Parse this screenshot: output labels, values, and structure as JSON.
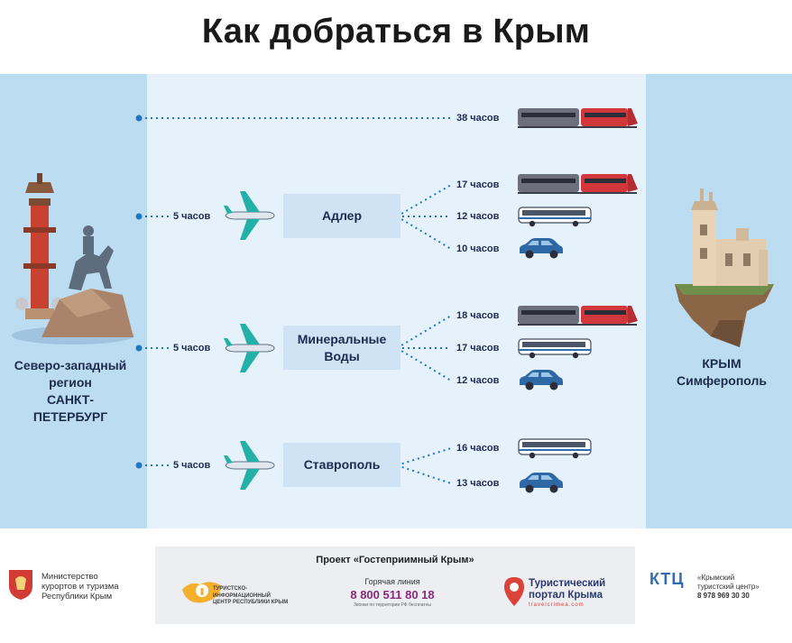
{
  "title": "Как добраться в Крым",
  "origin": {
    "lines": [
      "Северо-западный",
      "регион",
      "САНКТ-",
      "ПЕТЕРБУРГ"
    ]
  },
  "destination": {
    "name": "КРЫМ",
    "city": "Симферополь"
  },
  "direct_route": {
    "mode": "train",
    "duration": "38 часов"
  },
  "hubs": [
    {
      "name_lines": [
        "Адлер"
      ],
      "flight": "5 часов",
      "legs": [
        {
          "mode": "train",
          "duration": "17 часов"
        },
        {
          "mode": "bus",
          "duration": "12 часов"
        },
        {
          "mode": "car",
          "duration": "10 часов"
        }
      ]
    },
    {
      "name_lines": [
        "Минеральные",
        "Воды"
      ],
      "flight": "5 часов",
      "legs": [
        {
          "mode": "train",
          "duration": "18 часов"
        },
        {
          "mode": "bus",
          "duration": "17 часов"
        },
        {
          "mode": "car",
          "duration": "12 часов"
        }
      ]
    },
    {
      "name_lines": [
        "Ставрополь"
      ],
      "flight": "5 часов",
      "legs": [
        {
          "mode": "bus",
          "duration": "16 часов"
        },
        {
          "mode": "car",
          "duration": "13 часов"
        }
      ]
    }
  ],
  "icons": {
    "train": "train-icon",
    "bus": "bus-icon",
    "car": "car-icon",
    "plane": "plane-icon"
  },
  "colors": {
    "dots": "#1f76c2",
    "train_red": "#d1373b",
    "train_gray": "#6d6f7d",
    "car": "#2f69a5",
    "plane": "#dfe6ee"
  },
  "footer": {
    "ministry": [
      "Министерство",
      "курортов и туризма",
      "Республики Крым"
    ],
    "project": "Проект «Гостеприимный Крым»",
    "tic_lines": [
      "ТУРИСТСКО-",
      "ИНФОРМАЦИОННЫЙ",
      "ЦЕНТР РЕСПУБЛИКИ КРЫМ"
    ],
    "hotline_label": "Горячая линия",
    "hotline_number": "8 800 511 80 18",
    "hotline_note": "Звонки по территории РФ бесплатны",
    "portal_lines": [
      "Туристический",
      "портал Крыма"
    ],
    "portal_url": "travelcrimea.com",
    "ktc_logo": "КТЦ",
    "ktc_lines": [
      "«Крымский",
      "туристский центр»"
    ],
    "ktc_phone": "8 978 969 30 30"
  }
}
